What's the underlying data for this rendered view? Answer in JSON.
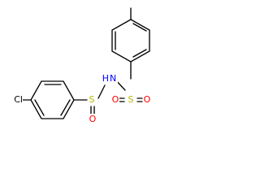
{
  "diagram": {
    "colors": {
      "bond": "#000000",
      "carbon": "#000000",
      "chlorine": "#000000",
      "sulfur": "#b8b800",
      "oxygen": "#ff0000",
      "nitrogen": "#0000ff"
    },
    "atoms": {
      "chlorine": "Cl",
      "sulfinyl_sulfur": "S",
      "sulfinyl_oxygen": "O",
      "nitrogen_h": "H",
      "nitrogen": "N",
      "sulfonyl_sulfur": "S",
      "sulfonyl_oxygen_left": "O",
      "sulfonyl_oxygen_right": "O"
    }
  }
}
